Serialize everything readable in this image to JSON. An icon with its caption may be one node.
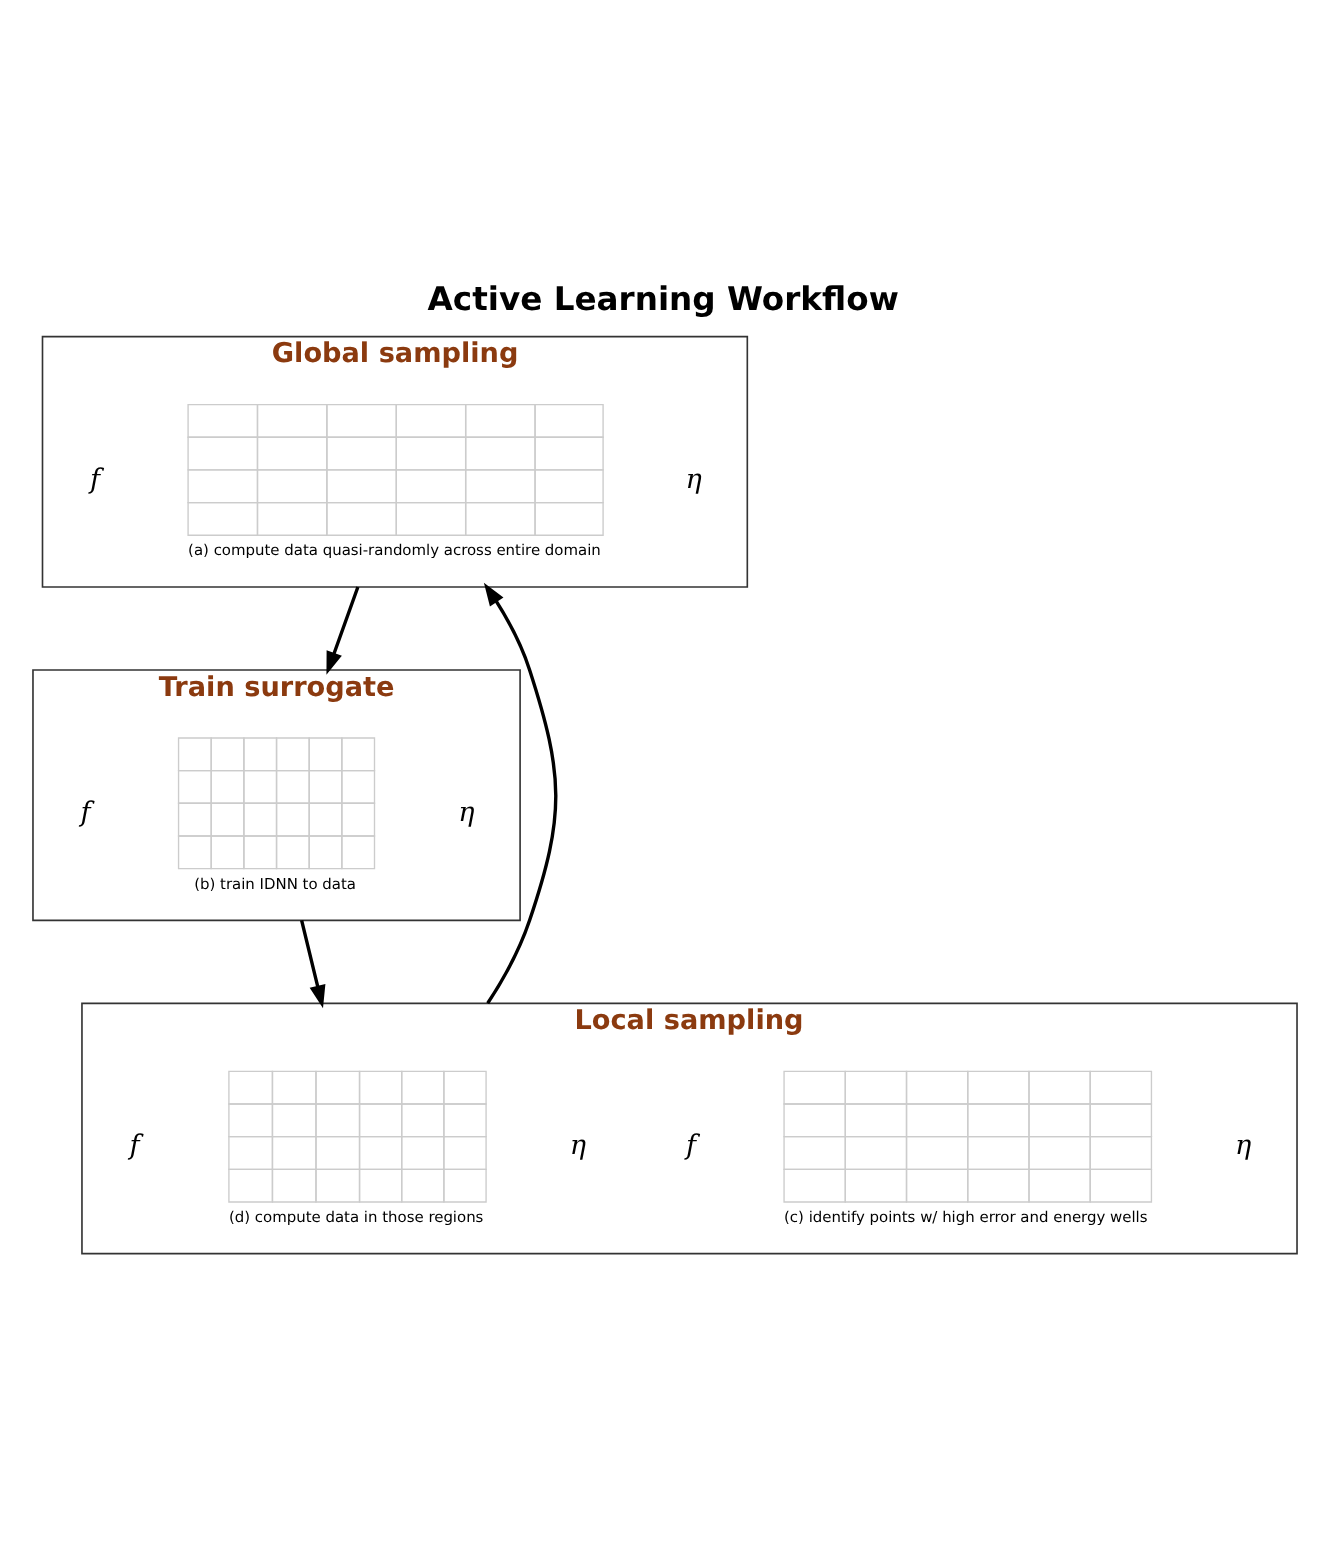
{
  "diagram": {
    "title": "Active Learning Workflow",
    "nodes": [
      {
        "text": [
          "Global sampling"
        ]
      },
      {
        "text": [],
        "shape": "picture",
        "in": 0,
        "beside": [
          "(a) compute data quasi-randomly across entire domain"
        ]
      },
      {
        "text": [
          "Train surrogate"
        ]
      },
      {
        "text": [],
        "shape": "picture",
        "in": 2,
        "beside": [
          "(b) train IDNN to data"
        ]
      },
      {
        "text": [
          "Local sampling"
        ]
      },
      {
        "text": [],
        "shape": "picture",
        "in": 4,
        "beside": [
          "(d) compute data in those regions"
        ]
      },
      {
        "text": [],
        "shape": "picture",
        "in": 4,
        "beside": [
          "(c) identify points w/ high error and energy wells"
        ]
      }
    ],
    "edges": [
      {
        "from": 0,
        "to": 2,
        "arrow": "to"
      },
      {
        "from": 2,
        "to": 4,
        "arrow": "to"
      },
      {
        "from": 4,
        "to": 0,
        "arrow": "to"
      }
    ],
    "labels": [
      "f",
      "η",
      "f",
      "η",
      "f",
      "η",
      "f",
      "η"
    ]
  }
}
